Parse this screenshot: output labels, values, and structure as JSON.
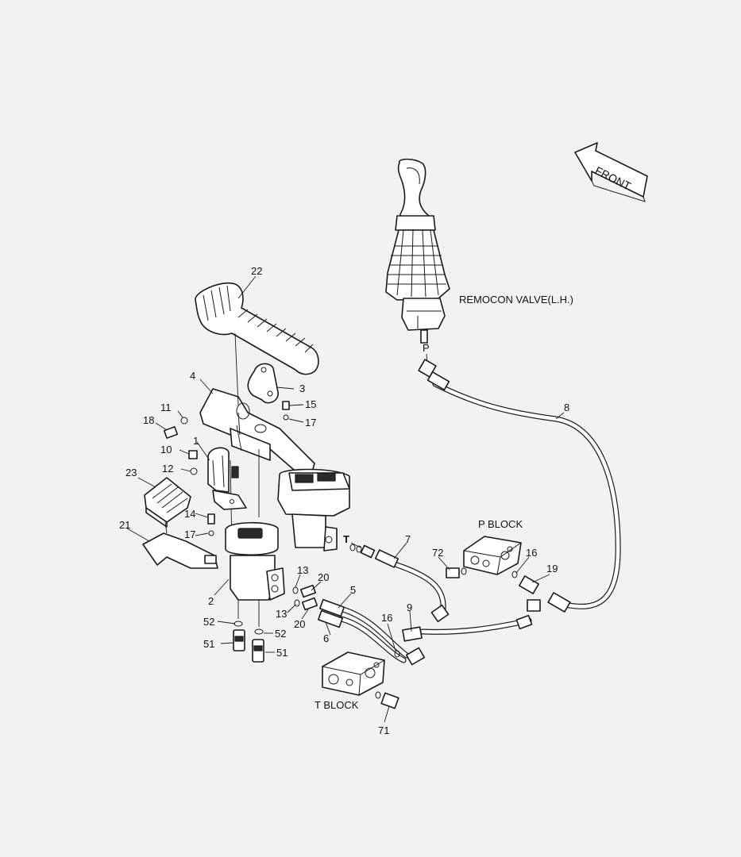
{
  "labels": {
    "remocon_valve": "REMOCON VALVE(L.H.)",
    "p_block": "P BLOCK",
    "t_block": "T BLOCK",
    "front": "FRONT",
    "port_p": "P",
    "port_t": "T"
  },
  "callouts": {
    "n1": "1",
    "n2": "2",
    "n3": "3",
    "n4": "4",
    "n5": "5",
    "n6": "6",
    "n7": "7",
    "n8": "8",
    "n9": "9",
    "n10": "10",
    "n11": "11",
    "n12": "12",
    "n13a": "13",
    "n13b": "13",
    "n14": "14",
    "n15": "15",
    "n16a": "16",
    "n16b": "16",
    "n17a": "17",
    "n17b": "17",
    "n18": "18",
    "n19": "19",
    "n20a": "20",
    "n20b": "20",
    "n21": "21",
    "n22": "22",
    "n23": "23",
    "n51a": "51",
    "n51b": "51",
    "n52a": "52",
    "n52b": "52",
    "n71": "71",
    "n72": "72"
  }
}
